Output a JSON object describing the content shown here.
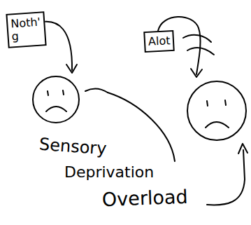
{
  "diagram": {
    "nodes": [
      {
        "text": [
          "Noth' g"
        ]
      },
      {
        "text": [
          "Alot"
        ]
      }
    ],
    "labels": [
      "Sensory",
      "Deprivation",
      "Overload"
    ]
  }
}
